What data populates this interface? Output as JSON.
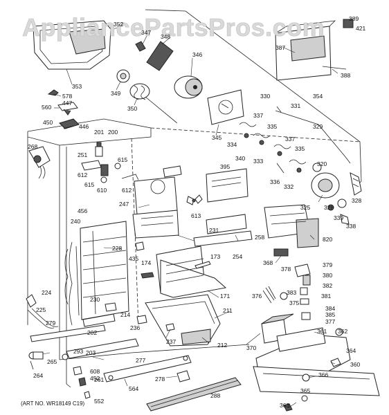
{
  "watermark": "AppliancePartsPros.com",
  "art_number": "(ART NO. WR18149 C19)",
  "callouts": {
    "c352": "352",
    "c347": "347",
    "c348": "348",
    "c346": "346",
    "c389": "389",
    "c421": "421",
    "c387": "387",
    "c388": "388",
    "c353": "353",
    "c349": "349",
    "c350": "350",
    "c578": "578",
    "c560": "560",
    "c447": "447",
    "c450": "450",
    "c446": "446",
    "c330": "330",
    "c354": "354",
    "c331": "331",
    "c329": "329",
    "c337a": "337",
    "c335a": "335",
    "c345": "345",
    "c334": "334",
    "c340": "340",
    "c333": "333",
    "c337b": "337",
    "c335b": "335",
    "c201": "201",
    "c200": "200",
    "c268": "268",
    "c251": "251",
    "c612a": "612",
    "c615a": "615",
    "c615b": "615",
    "c610": "610",
    "c612b": "612",
    "c395": "395",
    "c336": "336",
    "c332": "332",
    "c320": "320",
    "c325": "325",
    "c328": "328",
    "c326": "326",
    "c339": "339",
    "c338": "338",
    "c247": "247",
    "c613": "613",
    "c456": "456",
    "c240": "240",
    "c231": "231",
    "c258": "258",
    "c820": "820",
    "c228": "228",
    "c435": "435",
    "c174": "174",
    "c173": "173",
    "c254": "254",
    "c368": "368",
    "c378": "378",
    "c379": "379",
    "c380": "380",
    "c382": "382",
    "c224": "224",
    "c171": "171",
    "c376": "376",
    "c383": "383",
    "c375": "375",
    "c381": "381",
    "c230": "230",
    "c225": "225",
    "c214": "214",
    "c211": "211",
    "c384": "384",
    "c385": "385",
    "c377": "377",
    "c279": "279",
    "c202": "202",
    "c236": "236",
    "c237": "237",
    "c361": "361",
    "c362": "362",
    "c370": "370",
    "c212": "212",
    "c293": "293",
    "c265": "265",
    "c203": "203",
    "c364": "364",
    "c277": "277",
    "c608": "608",
    "c452": "452",
    "c264": "264",
    "c261": "261",
    "c278": "278",
    "c564": "564",
    "c360": "360",
    "c366": "366",
    "c552": "552",
    "c288": "288",
    "c365": "365",
    "c363": "363"
  }
}
